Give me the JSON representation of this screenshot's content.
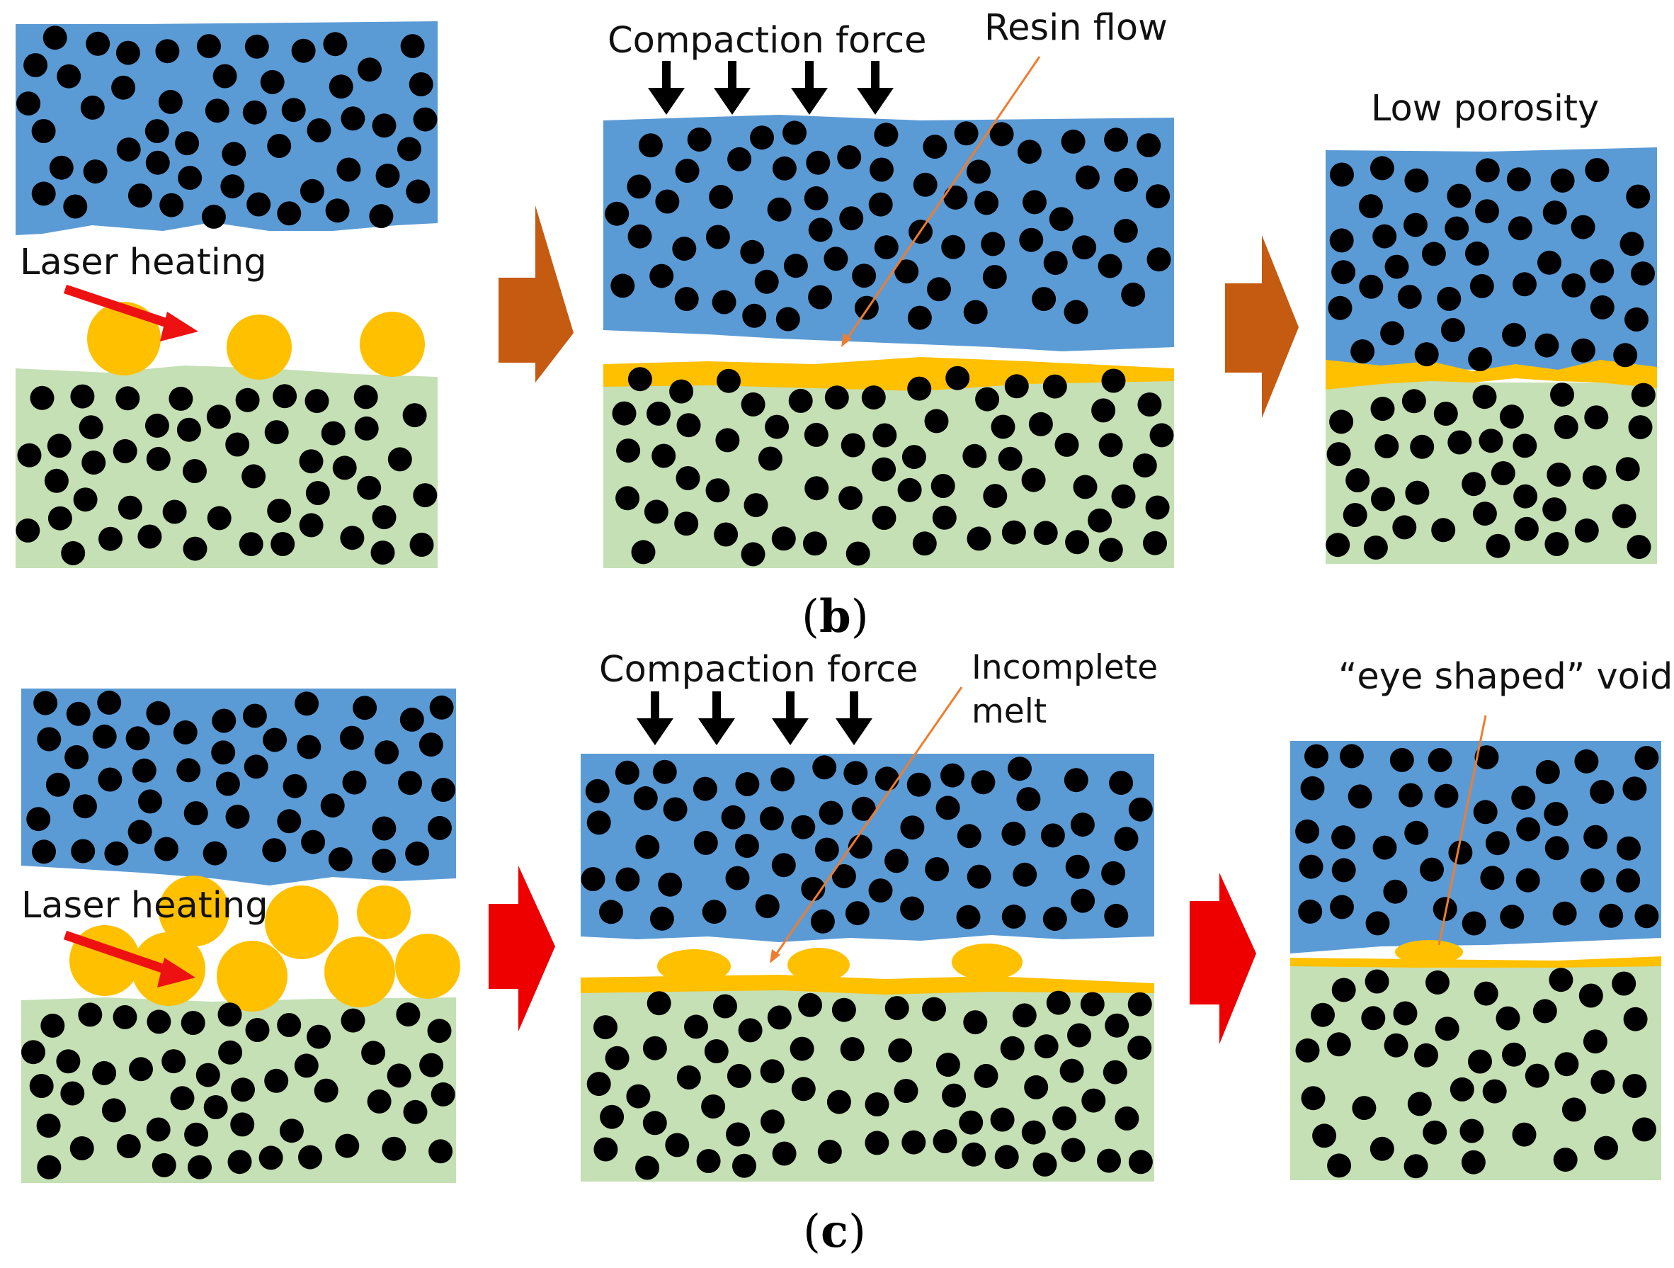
{
  "colors": {
    "upper_laminate": "#5b9bd5",
    "lower_laminate": "#c5e0b4",
    "fiber": "#000000",
    "resin_melt": "#ffc000",
    "laser_arrow": "#ee1111",
    "process_arrow_row_b": "#c55a11",
    "process_arrow_row_c": "#ee0000",
    "pointer_line": "#ed7d31",
    "force_arrow": "#000000"
  },
  "row_b": {
    "panel1": {
      "label": "Laser heating",
      "laser_arrow_icon": "laser-arrow-icon"
    },
    "panel2": {
      "label_force": "Compaction force",
      "label_resin": "Resin flow"
    },
    "panel3": {
      "label": "Low porosity"
    },
    "caption_open": "(",
    "caption_letter": "b",
    "caption_close": ")"
  },
  "row_c": {
    "panel1": {
      "label": "Laser heating"
    },
    "panel2": {
      "label_force": "Compaction force",
      "label_melt_line1": "Incomplete",
      "label_melt_line2": "melt"
    },
    "panel3": {
      "label": "“eye shaped” void"
    },
    "caption_open": "(",
    "caption_letter": "c",
    "caption_close": ")"
  }
}
